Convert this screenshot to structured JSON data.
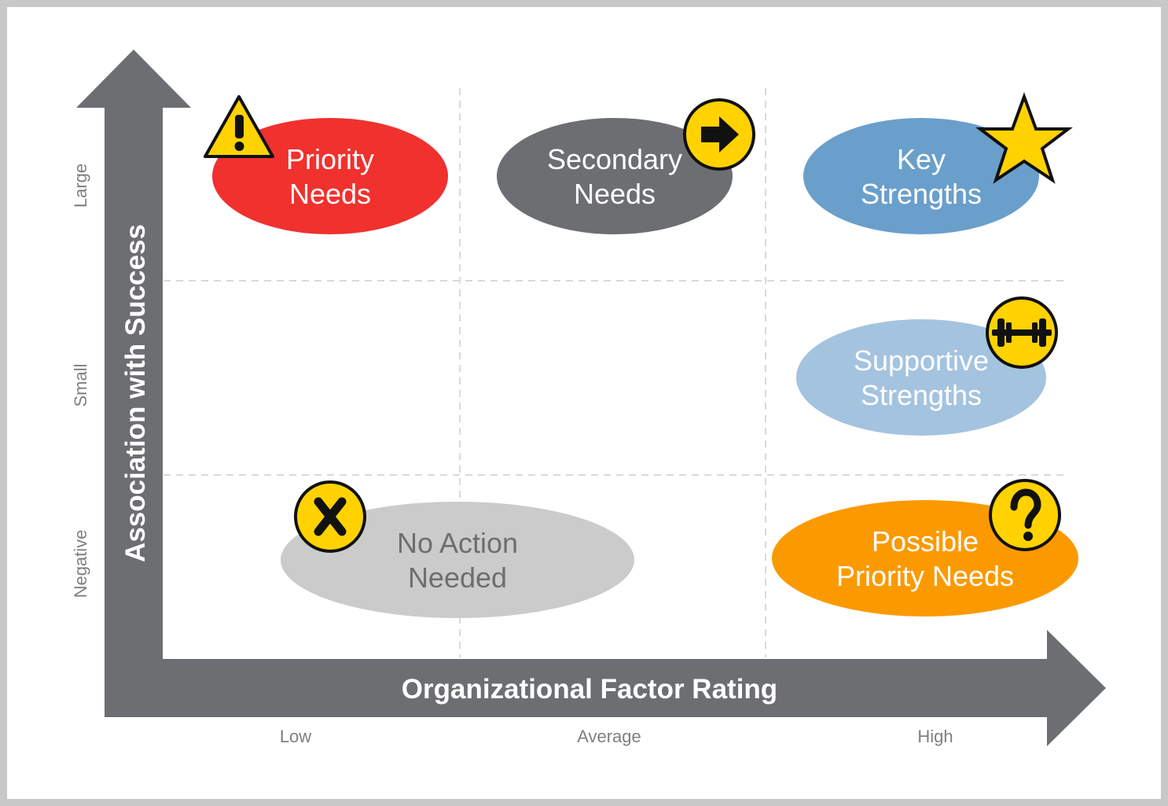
{
  "axes": {
    "x_title": "Organizational Factor Rating",
    "y_title": "Association with Success",
    "x_ticks": [
      "Low",
      "Average",
      "High"
    ],
    "y_ticks": [
      "Large",
      "Small",
      "Negative"
    ]
  },
  "quadrants": {
    "priority": {
      "line1": "Priority",
      "line2": "Needs",
      "color": "#f0312e",
      "icon": "warning-icon"
    },
    "secondary": {
      "line1": "Secondary",
      "line2": "Needs",
      "color": "#6d6e71",
      "icon": "arrow-right-icon"
    },
    "key": {
      "line1": "Key",
      "line2": "Strengths",
      "color": "#6a9fcb",
      "icon": "star-icon"
    },
    "supportive": {
      "line1": "Supportive",
      "line2": "Strengths",
      "color": "#a4c3df",
      "icon": "dumbbell-icon"
    },
    "noaction": {
      "line1": "No Action",
      "line2": "Needed",
      "color": "#cbcbcb",
      "icon": "x-icon"
    },
    "possible": {
      "line1": "Possible",
      "line2": "Priority Needs",
      "color": "#fb9a00",
      "icon": "question-icon"
    }
  },
  "colors": {
    "axis": "#6d6e71",
    "icon_fill": "#ffd200",
    "grid": "#d9d9d9"
  }
}
